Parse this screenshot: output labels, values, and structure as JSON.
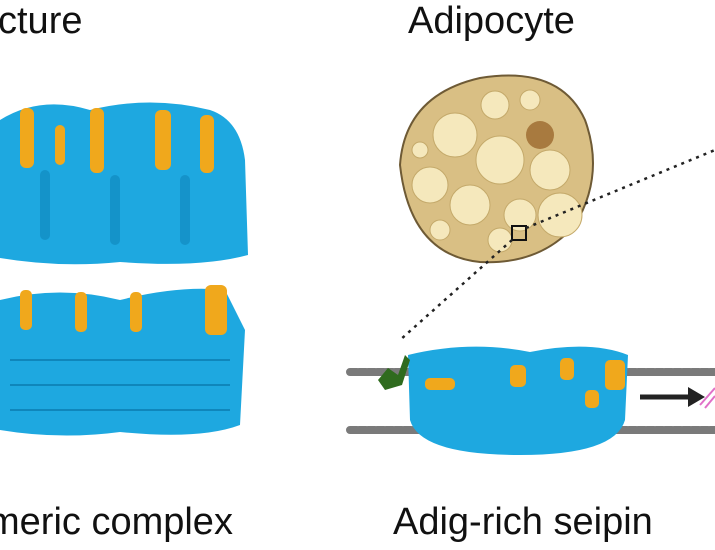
{
  "labels": {
    "top_left": "cture",
    "top_right": "Adipocyte",
    "bottom_left": "meric complex",
    "bottom_right": "Adig-rich seipin"
  },
  "colors": {
    "protein_blue": "#1ea8e0",
    "adig_orange": "#f0a81c",
    "cell_body": "#d9bf84",
    "lipid_droplet": "#f5e8bc",
    "membrane_head": "#7a7a7a",
    "green_molecule": "#2f6b1e",
    "pink_molecule": "#e070c8"
  }
}
